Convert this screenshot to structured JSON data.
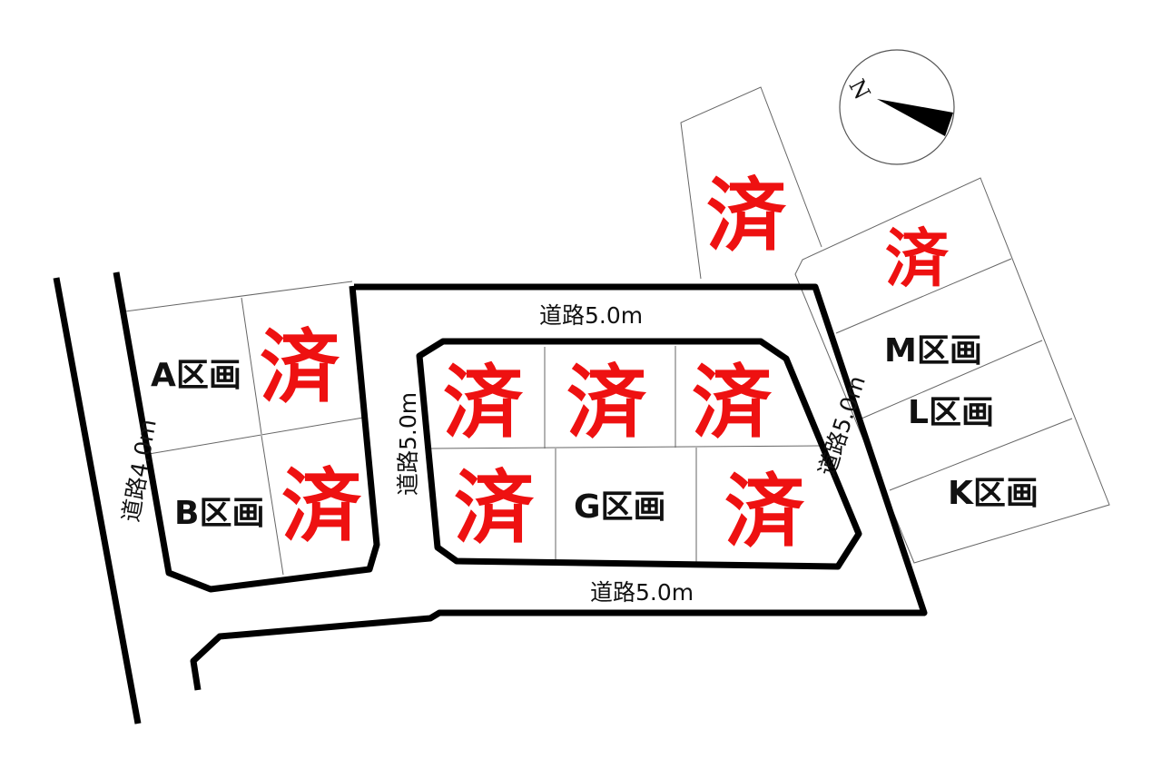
{
  "colors": {
    "sold": "#ee1111",
    "line": "#000000",
    "background": "#ffffff"
  },
  "compass": {
    "label": "N",
    "icon": "north-arrow-icon"
  },
  "roads": {
    "north": "道路5.0m",
    "south": "道路5.0m",
    "west_inner": "道路5.0m",
    "east_inner": "道路5.0m",
    "west_outer": "道路4.0m"
  },
  "lots": {
    "a": {
      "label": "A区画"
    },
    "b": {
      "label": "B区画"
    },
    "g": {
      "label": "G区画"
    },
    "k": {
      "label": "K区画"
    },
    "l": {
      "label": "L区画"
    },
    "m": {
      "label": "M区画"
    }
  },
  "sold_marks": {
    "ne_top": "済",
    "ne_second": "済",
    "a_right": "済",
    "b_right": "済",
    "center_1": "済",
    "center_2": "済",
    "center_3": "済",
    "center_4": "済",
    "center_6": "済"
  }
}
